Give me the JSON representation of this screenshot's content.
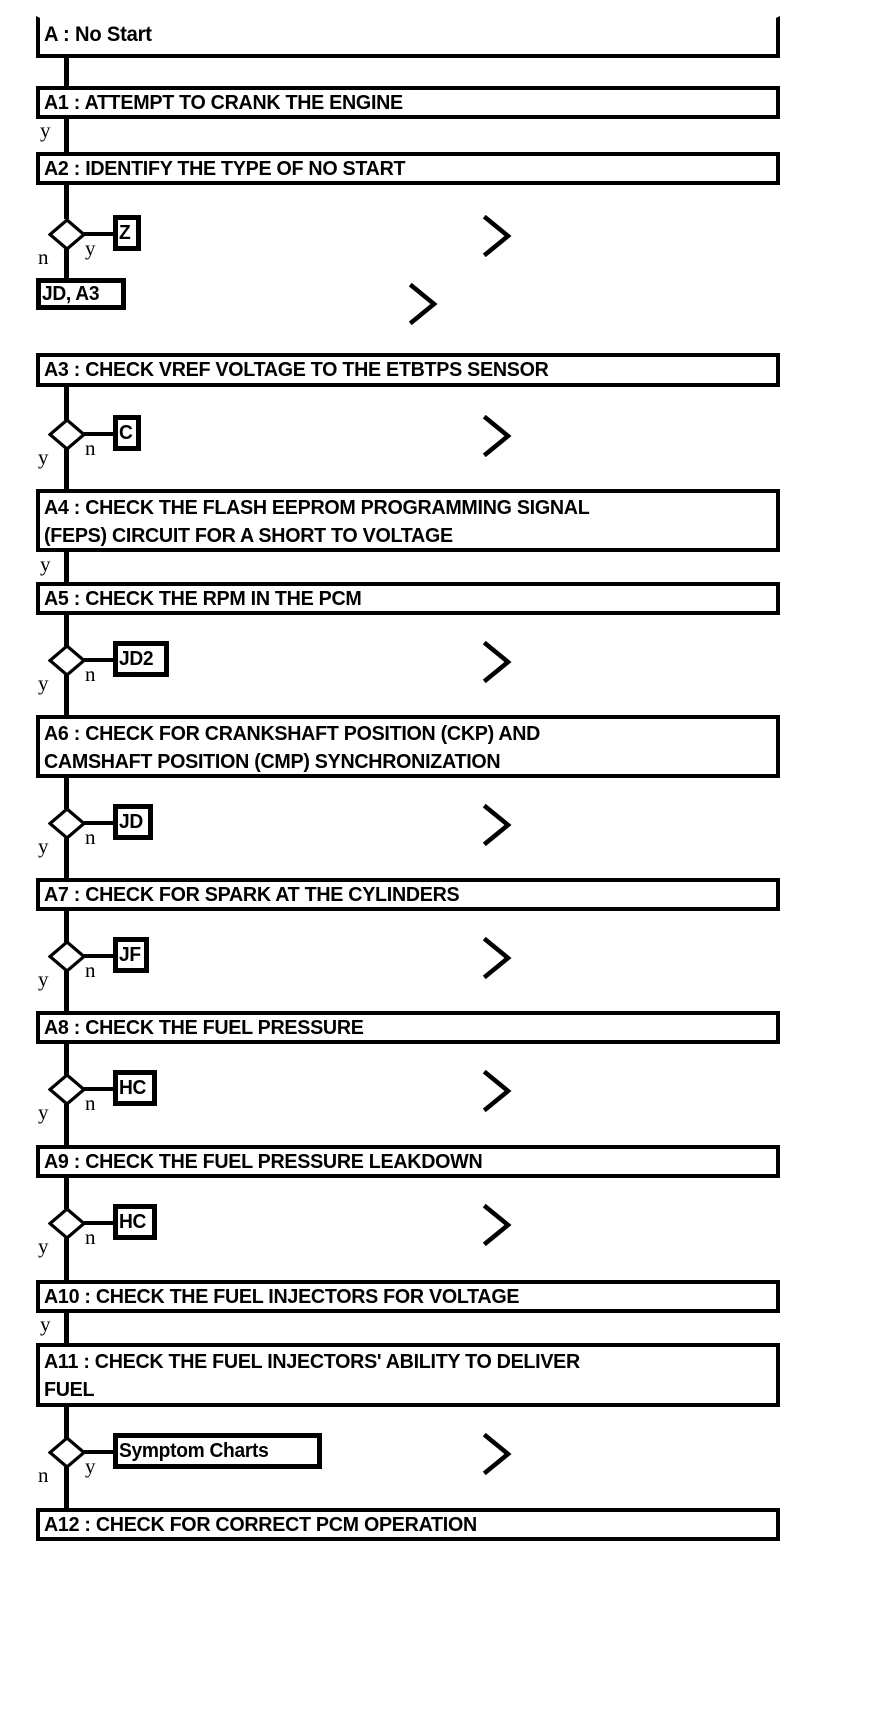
{
  "diagram": {
    "title": "A : No Start",
    "nodes": [
      {
        "id": "A",
        "label": "A : No Start"
      },
      {
        "id": "A1",
        "label": "A1 : ATTEMPT TO CRANK THE ENGINE"
      },
      {
        "id": "A2",
        "label": "A2 : IDENTIFY THE TYPE OF NO START"
      },
      {
        "id": "A3",
        "label": "A3 : CHECK VREF VOLTAGE TO THE ETBTPS SENSOR"
      },
      {
        "id": "A4",
        "label": "A4 : CHECK THE FLASH EEPROM PROGRAMMING SIGNAL\n(FEPS) CIRCUIT FOR A SHORT TO VOLTAGE"
      },
      {
        "id": "A5",
        "label": "A5 : CHECK THE RPM IN THE PCM"
      },
      {
        "id": "A6",
        "label": "A6 : CHECK FOR CRANKSHAFT POSITION (CKP) AND\nCAMSHAFT POSITION (CMP) SYNCHRONIZATION"
      },
      {
        "id": "A7",
        "label": "A7 : CHECK FOR SPARK AT THE CYLINDERS"
      },
      {
        "id": "A8",
        "label": "A8 : CHECK THE FUEL PRESSURE"
      },
      {
        "id": "A9",
        "label": "A9 : CHECK THE FUEL PRESSURE LEAKDOWN"
      },
      {
        "id": "A10",
        "label": "A10 : CHECK THE FUEL INJECTORS FOR VOLTAGE"
      },
      {
        "id": "A11",
        "label": "A11 : CHECK THE FUEL INJECTORS' ABILITY TO DELIVER\nFUEL"
      },
      {
        "id": "A12",
        "label": "A12 : CHECK FOR CORRECT PCM OPERATION"
      }
    ],
    "branch_tags": [
      {
        "id": "t1",
        "label": "Z"
      },
      {
        "id": "t2",
        "label": "JD, A3"
      },
      {
        "id": "t3",
        "label": "C"
      },
      {
        "id": "t4",
        "label": "JD2"
      },
      {
        "id": "t5",
        "label": "JD"
      },
      {
        "id": "t6",
        "label": "JF"
      },
      {
        "id": "t7",
        "label": "HC"
      },
      {
        "id": "t8",
        "label": "HC"
      },
      {
        "id": "t9",
        "label": "Symptom Charts"
      }
    ],
    "edge_labels": {
      "yes": "y",
      "no": "n"
    },
    "decisions": [
      {
        "after": "A2",
        "down": "n",
        "right": "y",
        "target": "Z"
      },
      {
        "after": "A3",
        "down": "y",
        "right": "n",
        "target": "C"
      },
      {
        "after": "A5",
        "down": "y",
        "right": "n",
        "target": "JD2"
      },
      {
        "after": "A6",
        "down": "y",
        "right": "n",
        "target": "JD"
      },
      {
        "after": "A7",
        "down": "y",
        "right": "n",
        "target": "JF"
      },
      {
        "after": "A8",
        "down": "y",
        "right": "n",
        "target": "HC"
      },
      {
        "after": "A9",
        "down": "y",
        "right": "n",
        "target": "HC"
      },
      {
        "after": "A11",
        "down": "n",
        "right": "y",
        "target": "Symptom Charts"
      }
    ],
    "plain_edges": [
      {
        "from": "A1",
        "label": "y"
      },
      {
        "from": "A4",
        "label": "y"
      },
      {
        "from": "A10",
        "label": "y"
      }
    ],
    "colors": {
      "stroke": "#000000",
      "background": "#ffffff"
    }
  }
}
